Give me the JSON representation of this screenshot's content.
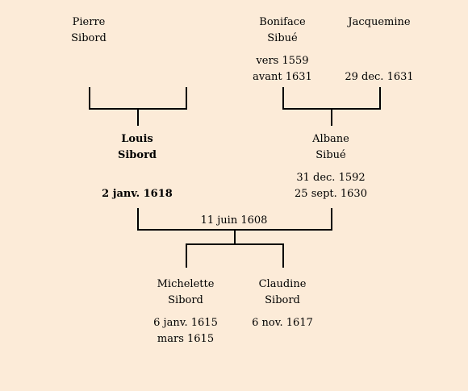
{
  "people": {
    "pierre": {
      "first": "Pierre",
      "last": "Sibord",
      "birth": "",
      "death": ""
    },
    "boniface": {
      "first": "Boniface",
      "last": "Sibué",
      "birth": "vers 1559",
      "death": "avant 1631"
    },
    "jacquemine": {
      "first": "Jacquemine",
      "last": "",
      "birth": "",
      "death": "29 dec. 1631"
    },
    "louis": {
      "first": "Louis",
      "last": "Sibord",
      "birth": "",
      "death": "2 janv. 1618"
    },
    "albane": {
      "first": "Albane",
      "last": "Sibué",
      "birth": "31 dec. 1592",
      "death": "25 sept. 1630"
    },
    "michelette": {
      "first": "Michelette",
      "last": "Sibord",
      "birth": "6 janv. 1615",
      "death": "mars 1615"
    },
    "claudine": {
      "first": "Claudine",
      "last": "Sibord",
      "birth": "6 nov. 1617",
      "death": ""
    }
  },
  "marriage": {
    "date": "11 juin 1608"
  }
}
